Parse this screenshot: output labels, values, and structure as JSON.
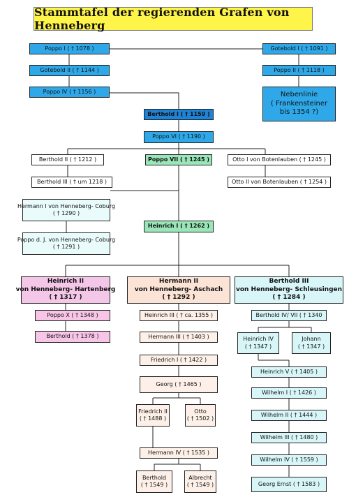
{
  "title": "Stammtafel der regierenden Grafen von Henneberg",
  "nodes": {
    "poppo1": "Poppo I ( † 1078 )",
    "gotebold2": "Gotebold II ( † 1144 )",
    "poppo4": "Poppo IV ( † 1156 )",
    "gotebold1": "Gotebold I ( † 1091 )",
    "poppo2": "Poppo II ( † 1118 )",
    "nebenlinie": [
      "Nebenlinie",
      "( Frankensteiner",
      "bis 1354 ?)"
    ],
    "berthold1": "Berthold I ( † 1159 )",
    "poppo6": "Poppo VI ( † 1190 )",
    "berthold2": "Berthold II ( † 1212 )",
    "poppo7": "Poppo VII ( † 1245 )",
    "otto1": "Otto I von Botenlauben ( † 1245 )",
    "berthold3a": "Berthold III ( † um 1218 )",
    "otto2": "Otto II von Botenlauben ( † 1254 )",
    "hermann1": [
      "Hermann I von Henneberg- Coburg",
      "( † 1290 )"
    ],
    "poppodj": [
      "Poppo d. J. von Henneberg- Coburg",
      "( † 1291 )"
    ],
    "heinrich1": "Heinrich I ( † 1262 )",
    "heinrich2": [
      "Heinrich II",
      "von Henneberg- Hartenberg",
      "( † 1317 )"
    ],
    "hermann2": [
      "Hermann II",
      "von Henneberg- Aschach",
      "( † 1292 )"
    ],
    "berthold3b": [
      "Berthold III",
      "von Henneberg- Schleusingen",
      "( † 1284 )"
    ],
    "poppo10": "Poppo X ( † 1348 )",
    "berthold1378": "Berthold ( † 1378 )",
    "heinrich3": "Heinrich III ( † ca. 1355 )",
    "hermann3": "Hermann III ( † 1403 )",
    "friedrich1": "Friedrich I ( † 1422 )",
    "georg": "Georg ( † 1465 )",
    "friedrich2": [
      "Friedrich II",
      "( † 1488 )"
    ],
    "otto1502": [
      "Otto",
      "( † 1502 )"
    ],
    "hermann4": "Hermann IV ( † 1535 )",
    "berthold1549": [
      "Berthold",
      "( † 1549 )"
    ],
    "albrecht": [
      "Albrecht",
      "( † 1549 )"
    ],
    "berthold4": "Berthold IV/ VII ( † 1340",
    "heinrich4": [
      "Heinrich IV",
      "( † 1347 )"
    ],
    "johann": [
      "Johann",
      "( † 1347 )"
    ],
    "heinrich5": "Heinrich V ( † 1405 )",
    "wilhelm1": "Wilhelm I ( † 1426 )",
    "wilhelm2": "Wilhelm II ( † 1444 )",
    "wilhelm3": "Wilhelm III ( † 1480 )",
    "wilhelm4": "Wilhelm IV ( † 1559 )",
    "georgernst": "Georg Ernst ( † 1583 )"
  }
}
